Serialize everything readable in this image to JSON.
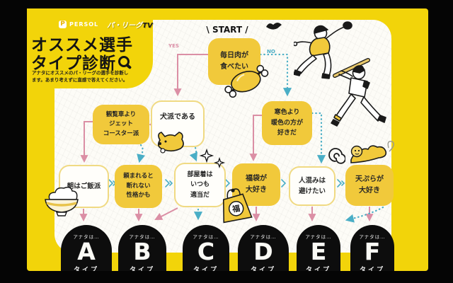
{
  "brand": {
    "p_mark": "P",
    "persol": "PERSOL",
    "league_tv": "パ・リーグ",
    "tv": "TV"
  },
  "title": {
    "line1": "オススメ選手",
    "line2": "タイプ診断"
  },
  "subtitle": {
    "line1": "アナタにオススメのパ・リーグの選手を診断し",
    "line2": "ます。あまり考えずに直感で答えてください。"
  },
  "flow": {
    "start_label": "\\ START /",
    "yes_label": "YES",
    "no_label": "NO",
    "questions": [
      {
        "id": "meat",
        "lines": [
          "毎日肉が",
          "食べたい"
        ]
      },
      {
        "id": "dog",
        "lines": [
          "犬派である"
        ]
      },
      {
        "id": "coaster",
        "lines": [
          "観覧車より",
          "ジェット",
          "コースター派"
        ]
      },
      {
        "id": "warm-color",
        "lines": [
          "寒色より",
          "暖色の方が",
          "好きだ"
        ]
      },
      {
        "id": "rice",
        "lines": [
          "朝はご飯派"
        ]
      },
      {
        "id": "refuse",
        "lines": [
          "頼まれると",
          "断れない",
          "性格かも"
        ]
      },
      {
        "id": "roomwear",
        "lines": [
          "部屋着は",
          "いつも",
          "適当だ"
        ]
      },
      {
        "id": "luckybag",
        "lines": [
          "福袋が",
          "大好き"
        ]
      },
      {
        "id": "crowd",
        "lines": [
          "人混みは",
          "避けたい"
        ]
      },
      {
        "id": "tempura",
        "lines": [
          "天ぷらが",
          "大好き"
        ]
      }
    ],
    "results": [
      {
        "prefix": "アナタは…",
        "letter": "A",
        "suffix": "タイプ"
      },
      {
        "prefix": "アナタは…",
        "letter": "B",
        "suffix": "タイプ"
      },
      {
        "prefix": "アナタは…",
        "letter": "C",
        "suffix": "タイプ"
      },
      {
        "prefix": "アナタは…",
        "letter": "D",
        "suffix": "タイプ"
      },
      {
        "prefix": "アナタは…",
        "letter": "E",
        "suffix": "タイプ"
      },
      {
        "prefix": "アナタは…",
        "letter": "F",
        "suffix": "タイプ"
      }
    ]
  },
  "icons": {
    "lucky_bag_char": "福"
  },
  "colors": {
    "panel_yellow": "#F2D40A",
    "box_yellow": "#F1C93B",
    "arrow_yes_pink": "#DB8FA5",
    "arrow_no_blue": "#4AAEC6",
    "frame_black": "#050505"
  }
}
